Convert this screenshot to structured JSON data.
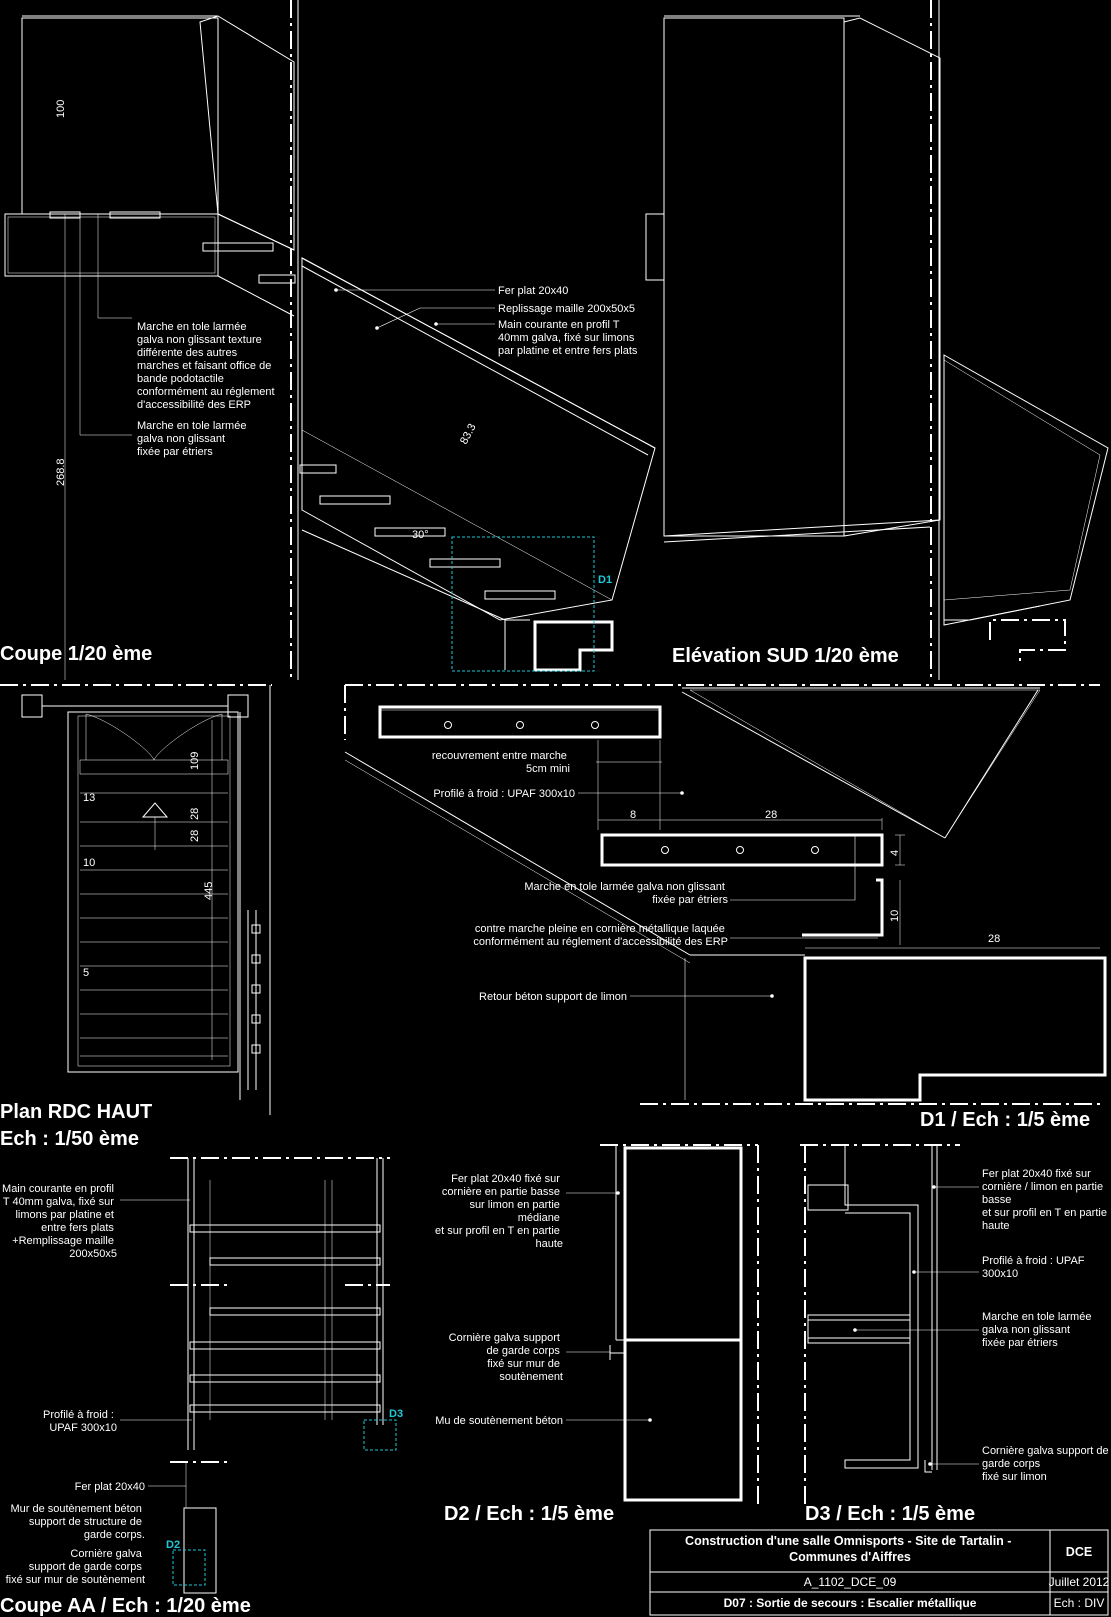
{
  "views": {
    "coupe": "Coupe 1/20 ème",
    "elevation": "Elévation SUD 1/20 ème",
    "plan_line1": "Plan RDC HAUT",
    "plan_line2": "Ech : 1/50 ème",
    "d1": "D1 / Ech : 1/5 ème",
    "d2": "D2 / Ech : 1/5 ème",
    "d3": "D3 / Ech : 1/5 ème",
    "coupe_aa": "Coupe AA / Ech : 1/20 ème"
  },
  "markers": {
    "d1": "D1",
    "d2": "D2",
    "d3": "D3"
  },
  "coupe_notes": {
    "fer_plat": "Fer plat 20x40",
    "replissage": "Replissage maille 200x50x5",
    "main_courante": [
      "Main courante en profil T",
      "40mm galva, fixé sur limons",
      "par platine et entre fers plats"
    ],
    "marche_podotactile": [
      "Marche en tole larmée",
      "galva non glissant texture",
      "différente des autres",
      "marches et faisant office de",
      "bande podotactile",
      "conformément au réglement",
      "d'accessibilité des ERP"
    ],
    "marche_etriers": [
      "Marche en tole larmée",
      "galva non glissant",
      "fixée par étriers"
    ],
    "dim_100": "100",
    "dim_2688": "268.8",
    "dim_833": "83.3",
    "dim_30": "30°"
  },
  "d1_notes": {
    "recouvrement": [
      "recouvrement entre marche",
      "5cm mini"
    ],
    "profile": "Profilé à froid : UPAF 300x10",
    "marche": [
      "Marche en tole larmée galva non glissant",
      "fixée par étriers"
    ],
    "contre_marche": [
      "contre marche pleine en cornière métallique laquée",
      "conformément au réglement d'accessibilité des ERP"
    ],
    "retour": "Retour béton support de limon",
    "dim_8": "8",
    "dim_28a": "28",
    "dim_4": "4",
    "dim_10": "10",
    "dim_28b": "28"
  },
  "plan_dims": {
    "d109": "109",
    "d28a": "28",
    "d28b": "28",
    "d445": "445",
    "n13": "13",
    "n10": "10",
    "n5": "5"
  },
  "aa_notes": {
    "main_courante": [
      "Main courante en profil",
      "T 40mm galva, fixé sur",
      "limons par platine et",
      "entre fers plats",
      "+Remplissage maille",
      "200x50x5"
    ],
    "profile": [
      "Profilé à froid :",
      "UPAF 300x10"
    ],
    "fer_plat": "Fer plat 20x40",
    "mur": [
      "Mur de soutènement béton",
      "support de structure de",
      "garde corps."
    ],
    "corniere": [
      "Cornière galva",
      "support de garde corps",
      "fixé sur mur de soutènement"
    ]
  },
  "d2_notes": {
    "fer_plat": [
      "Fer plat 20x40 fixé sur",
      "cornière en partie basse",
      "sur limon en partie",
      "médiane",
      "et sur profil en T en partie",
      "haute"
    ],
    "corniere": [
      "Cornière galva support",
      "de garde corps",
      "fixé sur mur de",
      "soutènement"
    ],
    "mur": "Mu de soutènement béton"
  },
  "d3_notes": {
    "fer_plat": [
      "Fer plat 20x40 fixé sur",
      "cornière / limon en partie",
      "basse",
      "et sur profil en T en partie",
      "haute"
    ],
    "profile": [
      "Profilé à froid : UPAF",
      "300x10"
    ],
    "marche": [
      "Marche en tole larmée",
      "galva non glissant",
      "fixée par étriers"
    ],
    "corniere": [
      "Cornière galva support de",
      "garde corps",
      "fixé sur limon"
    ]
  },
  "title_block": {
    "project_line1": "Construction d'une salle Omnisports - Site de Tartalin -",
    "project_line2": "Communes d'Aiffres",
    "phase": "DCE",
    "ref": "A_1102_DCE_09",
    "date": "Juillet 2012",
    "sheet": "D07 : Sortie de secours : Escalier métallique",
    "scale": "Ech : DIV"
  },
  "colors": {
    "background": "#000000",
    "line": "#ffffff",
    "marker": "#1ec8d8"
  }
}
